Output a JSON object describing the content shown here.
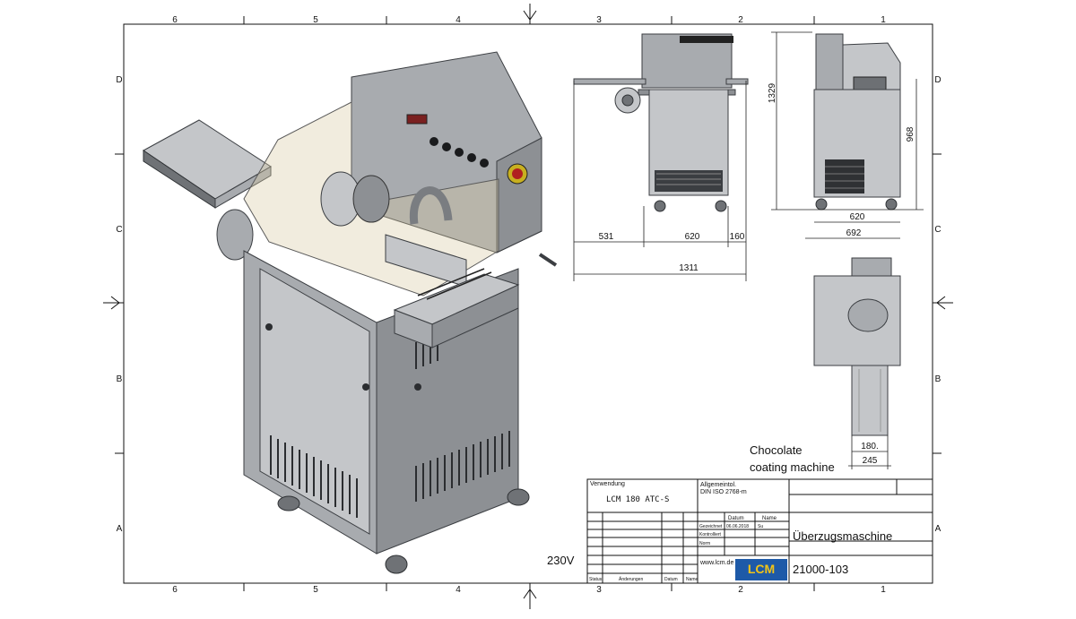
{
  "frame": {
    "columns_top": [
      "6",
      "5",
      "4",
      "3",
      "2",
      "1"
    ],
    "columns_bottom": [
      "6",
      "5",
      "4",
      "3",
      "2",
      "1"
    ],
    "rows_left": [
      "D",
      "C",
      "B",
      "A"
    ],
    "rows_right": [
      "D",
      "C",
      "B",
      "A"
    ]
  },
  "dimensions": {
    "front_width_1": "531",
    "front_width_2": "620",
    "front_width_3": "160",
    "front_total": "1311",
    "height_total": "1329",
    "side_height": "968",
    "side_width_1": "620",
    "side_width_2": "692",
    "top_width_1": "180.",
    "top_width_2": "245"
  },
  "caption": {
    "line1": "Chocolate",
    "line2": "coating machine",
    "voltage": "230V"
  },
  "title_block": {
    "verwendung_label": "Verwendung",
    "model": "LCM 180 ATC-S",
    "allgemeintol_label": "Allgemeintol.",
    "standard": "DIN ISO 2768-m",
    "datum_header": "Datum",
    "name_header": "Name",
    "gezeichnet_label": "Gezeichnet",
    "gezeichnet_date": "06.06.2018",
    "gezeichnet_name": "Su",
    "kontrolliert_label": "Kontrolliert",
    "norm_label": "Norm",
    "status_label": "Status",
    "aenderungen_label": "Änderungen",
    "datum_label": "Datum",
    "name_label": "Name",
    "website": "www.lcm.de",
    "logo_text": "LCM",
    "drawing_title": "Überzugsmaschine",
    "drawing_number": "21000-103"
  }
}
